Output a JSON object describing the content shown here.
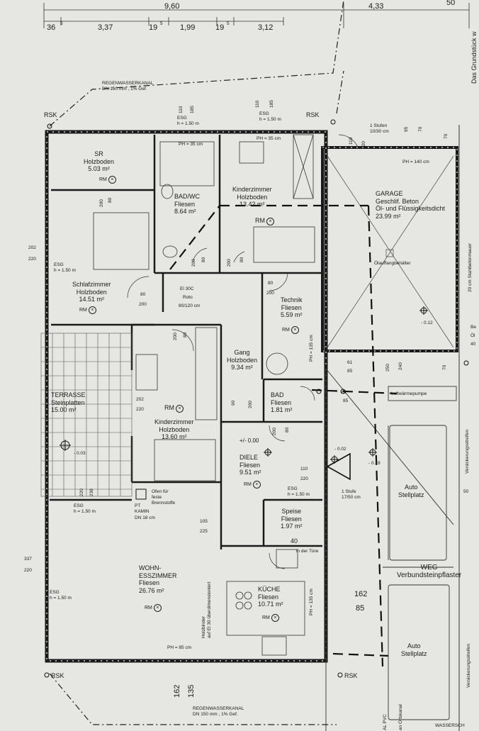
{
  "dimensions_top": {
    "overall": [
      "9,60",
      "4,33",
      "50"
    ],
    "segments": [
      "36",
      "5",
      "3,37",
      "19",
      "5",
      "1,99",
      "19",
      "5",
      "3,12"
    ]
  },
  "annotations": {
    "rain_channel_top": "REGENWASSERKANAL",
    "rain_channel_top_spec": "DN 150 mm , 1% Gef.",
    "rain_channel_bottom": "REGENWASSERKANAL",
    "rain_channel_bottom_spec": "DN 150 mm , 1% Gef.",
    "rsk": "RSK",
    "esg": "ESG",
    "esg_h": "h = 1.50 m",
    "ph35": "PH = 35 cm",
    "ph140": "PH = 140 cm",
    "ph135": "PH = 135 cm",
    "ph85": "PH = 85 cm",
    "grundstueck": "Das Grundstück w",
    "stahlbetonmauer": "20 cm Stahlbetonmauer",
    "versickerung": "Versickerungsstreifen",
    "stufen_garage": "1 Stufen",
    "stufen_garage_spec": "10/30 cm",
    "stufe": "1 Stufe",
    "stufe_spec": "17/50 cm",
    "olauffang": "Ölauffangbehälter",
    "luftwaermepumpe": "Luftwärmepumpe",
    "in_der_tuere": "in der Türe",
    "el_label": "El 30C",
    "roto": "Roto",
    "roto_size": "80/120 cm",
    "ofen": "Ofen für",
    "ofen2": "feste",
    "ofen3": "Brennstoffe",
    "pt": "PT",
    "kamin": "KAMIN",
    "kamin_dn": "DN 18 cm",
    "holzbinder": "Holzbinder",
    "holzbinder2": "auf El 30 überdimensioniert",
    "pvc": "AL PVC",
    "ortskanal": "an Ortskanal",
    "wasserschacht": "WASSERSCH",
    "be": "Be",
    "oi": "Öl",
    "forty": "40"
  },
  "rooms": {
    "sr": {
      "name": "SR",
      "floor": "Holzboden",
      "area": "5.03 m²"
    },
    "bad_wc": {
      "name": "BAD/WC",
      "floor": "Fliesen",
      "area": "8.64 m²"
    },
    "kinder1": {
      "name": "Kinderzimmer",
      "floor": "Holzboden",
      "area": "13.42 m²"
    },
    "garage": {
      "name": "GARAGE",
      "floor": "Geschlif. Beton",
      "extra": "Öl- und Flüssigkeitsdicht",
      "area": "23.99 m²"
    },
    "schlaf": {
      "name": "Schlafzimmer",
      "floor": "Holzboden",
      "area": "14.51 m²"
    },
    "technik": {
      "name": "Technik",
      "floor": "Fliesen",
      "area": "5.59 m²"
    },
    "gang": {
      "name": "Gang",
      "floor": "Holzboden",
      "area": "9.34 m²"
    },
    "bad": {
      "name": "BAD",
      "floor": "Fliesen",
      "area": "1.81 m²"
    },
    "terrasse": {
      "name": "TERRASSE",
      "floor": "Steinplatten",
      "area": "15.00 m²"
    },
    "kinder2": {
      "name": "Kinderzimmer",
      "floor": "Holzboden",
      "area": "13.60 m²"
    },
    "diele": {
      "name": "DIELE",
      "floor": "Fliesen",
      "area": "9.51 m²",
      "level": "+/- 0.00"
    },
    "speise": {
      "name": "Speise",
      "floor": "Fliesen",
      "area": "1.97 m²"
    },
    "wohn": {
      "name": "WOHN-",
      "name2": "ESSZIMMER",
      "floor": "Fliesen",
      "area": "26.76 m²"
    },
    "kueche": {
      "name": "KÜCHE",
      "floor": "Fliesen",
      "area": "10.71 m²"
    },
    "weg": {
      "name": "WEG",
      "floor": "Verbundsteinpflaster"
    },
    "auto1": {
      "name": "Auto",
      "name2": "Stellplatz"
    },
    "auto2": {
      "name": "Auto",
      "name2": "Stellplatz"
    }
  },
  "rm_label": "RM",
  "levels": {
    "terrasse": "- 0.03",
    "garage": "- 0.12",
    "diele_ext": "- 0.02",
    "outside": "- 0.19"
  },
  "dims": {
    "d110a": "110",
    "d185a": "185",
    "d110b": "110",
    "d185b": "185",
    "d202": "202",
    "d220": "220",
    "d95": "95",
    "d70": "70",
    "d70b": "70",
    "d80a": "80",
    "d200a": "200",
    "d80b": "80",
    "d200b": "200",
    "d80c": "80",
    "d200c": "200",
    "d80d": "80",
    "d200d": "200",
    "d80e": "80",
    "d200e": "200",
    "d80f": "80",
    "d200f": "200",
    "d90": "90",
    "d200g": "200",
    "d202b": "202",
    "d220b": "220",
    "d61a": "61",
    "d85a": "85",
    "d61b": "61",
    "d85b": "85",
    "d250": "250",
    "d240": "240",
    "d70c": "70",
    "d220c": "220",
    "d238": "238",
    "d110c": "110",
    "d220d": "220",
    "d105": "105",
    "d225": "225",
    "d337": "337",
    "d220e": "220",
    "d162": "162",
    "d85c": "85",
    "d162b": "162",
    "d135": "135",
    "d40": "40",
    "d50": "50",
    "d110d": "110",
    "d220f": "220",
    "d80g": "80",
    "d200h": "200"
  }
}
